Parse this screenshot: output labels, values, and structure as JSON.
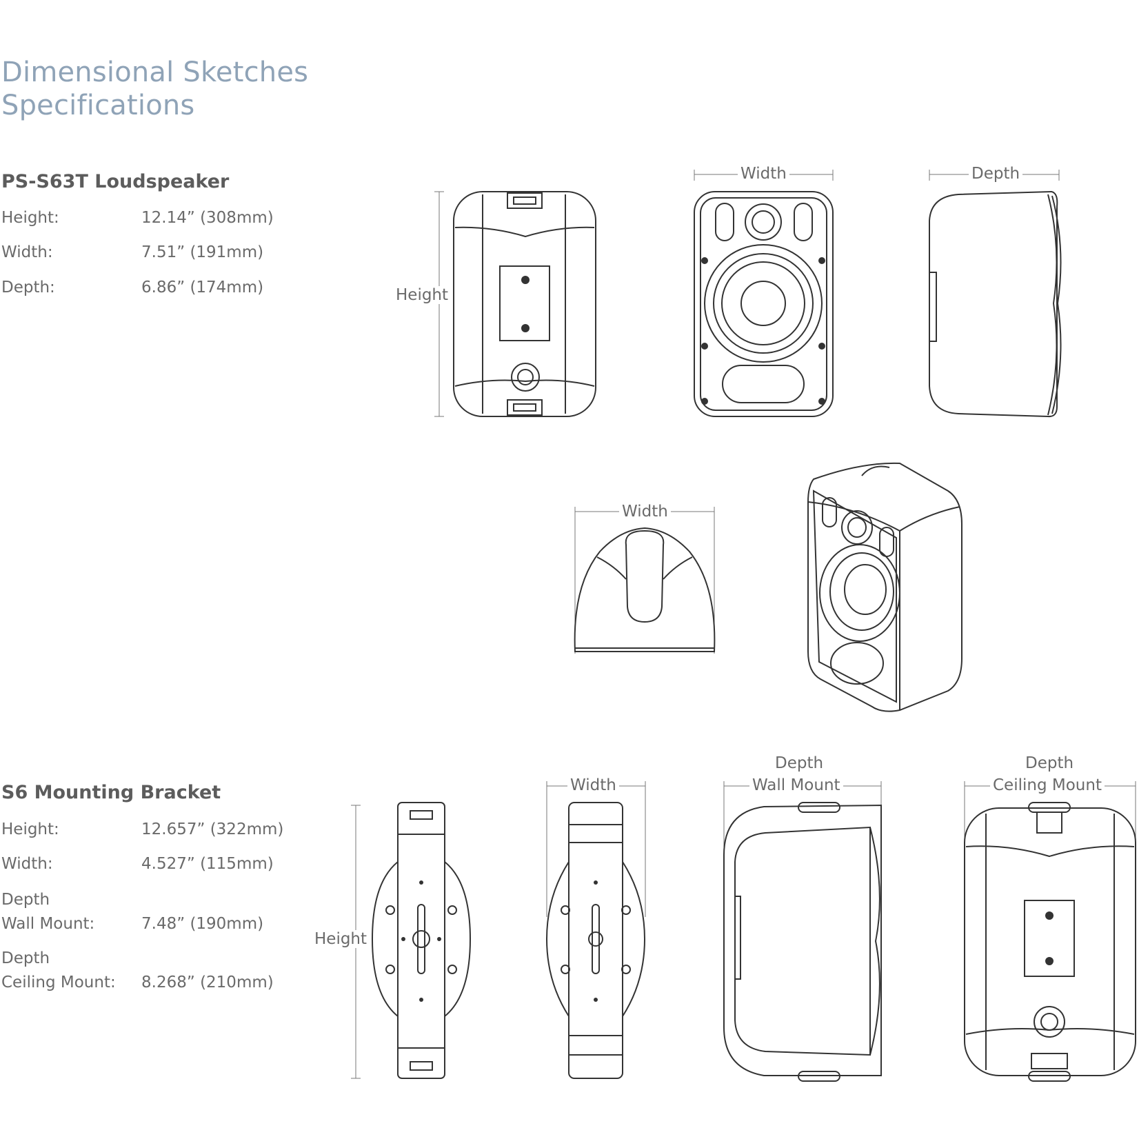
{
  "header": {
    "title_line1": "Dimensional Sketches",
    "title_line2": "Specifications"
  },
  "loudspeaker": {
    "title": "PS-S63T Loudspeaker",
    "specs": [
      {
        "label": "Height:",
        "value": "12.14” (308mm)"
      },
      {
        "label": "Width:",
        "value": "7.51” (191mm)"
      },
      {
        "label": "Depth:",
        "value": "6.86” (174mm)"
      }
    ],
    "dims": {
      "height": "Height",
      "width_front": "Width",
      "depth_side": "Depth",
      "width_top": "Width"
    }
  },
  "bracket": {
    "title": "S6 Mounting Bracket",
    "specs": [
      {
        "label": "Height:",
        "value": "12.657” (322mm)"
      },
      {
        "label": "Width:",
        "value": "4.527” (115mm)"
      },
      {
        "label_line1": "Depth",
        "label_line2": "Wall Mount:",
        "value": "7.48” (190mm)"
      },
      {
        "label_line1": "Depth",
        "label_line2": "Ceiling Mount:",
        "value": "8.268” (210mm)"
      }
    ],
    "dims": {
      "height": "Height",
      "width": "Width",
      "depth_wall_line1": "Depth",
      "depth_wall_line2": "Wall Mount",
      "depth_ceiling_line1": "Depth",
      "depth_ceiling_line2": "Ceiling Mount"
    }
  }
}
